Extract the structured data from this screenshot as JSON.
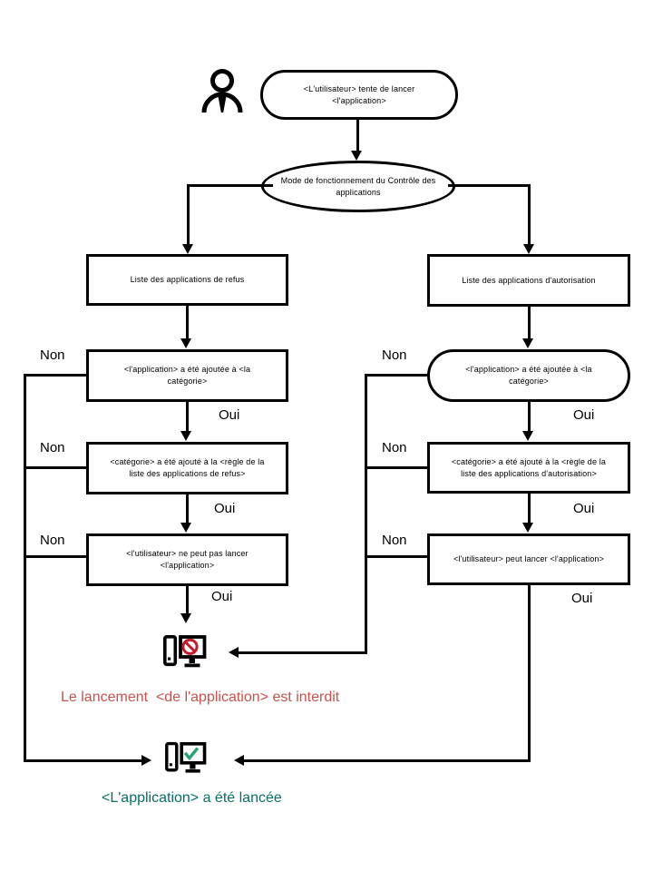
{
  "labels": {
    "yes": "Oui",
    "no": "Non"
  },
  "nodes": {
    "start": {
      "lines": [
        "<L'utilisateur> tente de lancer",
        "<l'application>"
      ]
    },
    "mode": {
      "lines": [
        "Mode de fonctionnement du Contrôle des",
        "applications"
      ]
    },
    "deny_list": {
      "lines": [
        "Liste des applications de refus"
      ]
    },
    "allow_list": {
      "lines": [
        "Liste des applications d'autorisation"
      ]
    },
    "deny_category": {
      "lines": [
        "<l'application> a été ajoutée à <la",
        "catégorie>"
      ]
    },
    "allow_category": {
      "lines": [
        "<l'application> a été ajoutée à <la",
        "catégorie>"
      ]
    },
    "deny_rule": {
      "lines": [
        "<catégorie> a été ajouté à la <règle de la",
        "liste des applications de refus>"
      ]
    },
    "allow_rule": {
      "lines": [
        "<catégorie> a été ajouté à la <règle de la",
        "liste des applications d'autorisation>"
      ]
    },
    "deny_user": {
      "lines": [
        "<l'utilisateur> ne peut pas lancer",
        "<l'application>"
      ]
    },
    "allow_user": {
      "lines": [
        "<l'utilisateur> peut lancer <l'application>"
      ]
    }
  },
  "outcomes": {
    "blocked": {
      "text": "Le lancement  <de l'application> est interdit",
      "color": "#c8524e"
    },
    "launched": {
      "text": "<L'application> a été lancée",
      "color": "#077065"
    }
  },
  "icons": {
    "user": "person-icon",
    "blocked": "computer-blocked-icon",
    "launched": "computer-launched-icon",
    "prohibition_color": "#c81a28",
    "check_color": "#27a273",
    "line_color": "#000000"
  }
}
